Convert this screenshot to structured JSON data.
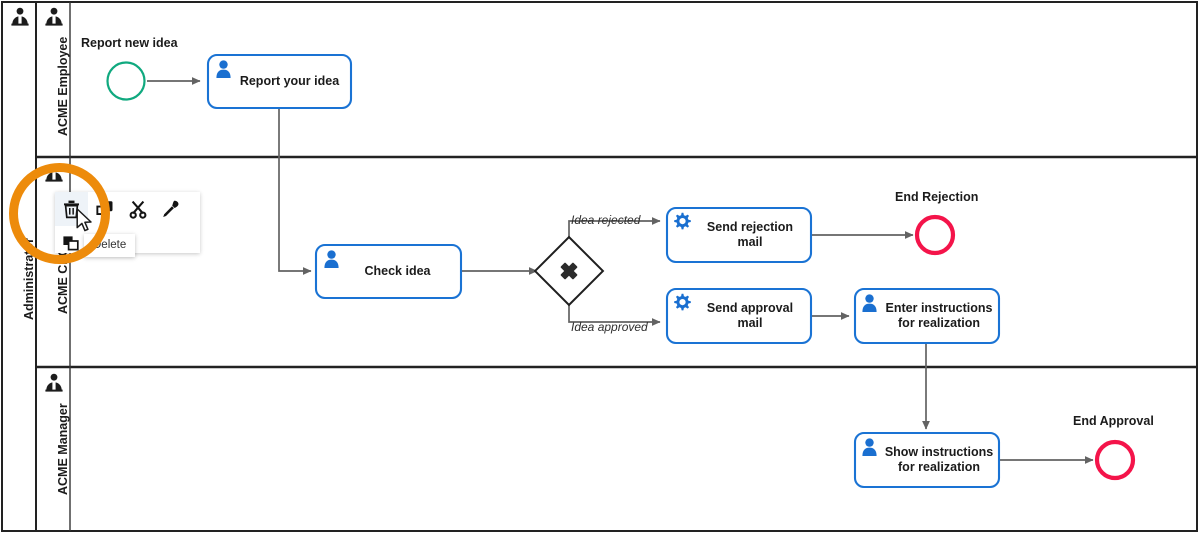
{
  "app": {
    "kind": "bpmn-process-diagram",
    "pool_label": "Administrator"
  },
  "colors": {
    "task_border": "#1a73d4",
    "task_icon": "#1a6fd0",
    "start_event": "#10a97f",
    "end_event": "#f4144a",
    "flow_line": "#636363",
    "lane_border": "#222222",
    "highlight_ring": "#ed8b0b",
    "gateway_marker": "#2b2b2b",
    "toolbar_bg": "#ffffff",
    "tooltip_text": "#333333"
  },
  "pool": {
    "name": "Administrator",
    "lanes": [
      {
        "id": "lane-employee",
        "label": "ACME Employee"
      },
      {
        "id": "lane-ceo",
        "label": "ACME CEO"
      },
      {
        "id": "lane-manager",
        "label": "ACME Manager"
      }
    ]
  },
  "events": [
    {
      "id": "start-report-new-idea",
      "type": "start",
      "label": "Report new idea",
      "lane": "ACME Employee"
    },
    {
      "id": "end-rejection",
      "type": "end",
      "label": "End Rejection",
      "lane": "ACME CEO"
    },
    {
      "id": "end-approval",
      "type": "end",
      "label": "End Approval",
      "lane": "ACME Manager"
    }
  ],
  "tasks": [
    {
      "id": "task-report-your-idea",
      "label": "Report your idea",
      "icon": "user-icon",
      "type": "user-task",
      "lane": "ACME Employee"
    },
    {
      "id": "task-check-idea",
      "label": "Check idea",
      "icon": "user-icon",
      "type": "user-task",
      "lane": "ACME CEO"
    },
    {
      "id": "task-send-rejection-mail",
      "label": "Send rejection mail",
      "line1": "Send rejection",
      "line2": "mail",
      "icon": "gear-icon",
      "type": "service-task",
      "lane": "ACME CEO"
    },
    {
      "id": "task-send-approval-mail",
      "label": "Send approval mail",
      "line1": "Send approval",
      "line2": "mail",
      "icon": "gear-icon",
      "type": "service-task",
      "lane": "ACME CEO"
    },
    {
      "id": "task-enter-instructions",
      "label": "Enter instructions for realization",
      "line1": "Enter instructions",
      "line2": "for realization",
      "icon": "user-icon",
      "type": "user-task",
      "lane": "ACME CEO"
    },
    {
      "id": "task-show-instructions",
      "label": "Show instructions for realization",
      "line1": "Show instructions",
      "line2": "for realization",
      "icon": "user-icon",
      "type": "user-task",
      "lane": "ACME Manager"
    }
  ],
  "gateways": [
    {
      "id": "gateway-idea-decision",
      "type": "exclusive",
      "marker": "X",
      "label": ""
    }
  ],
  "flow_labels": [
    {
      "id": "flow-idea-rejected",
      "label": "Idea rejected"
    },
    {
      "id": "flow-idea-approved",
      "label": "Idea approved"
    }
  ],
  "context_toolbar": {
    "visible": true,
    "buttons": [
      {
        "id": "delete",
        "icon": "trash-icon",
        "title": "Delete",
        "active": true
      },
      {
        "id": "append",
        "icon": "copy-icon",
        "title": "Append",
        "active": false
      },
      {
        "id": "cut",
        "icon": "scissors-icon",
        "title": "Cut",
        "active": false
      },
      {
        "id": "color",
        "icon": "eyedropper-icon",
        "title": "Set color",
        "active": false
      },
      {
        "id": "replace",
        "icon": "squares-icon",
        "title": "Replace",
        "active": false
      }
    ],
    "tooltip": "Delete"
  }
}
